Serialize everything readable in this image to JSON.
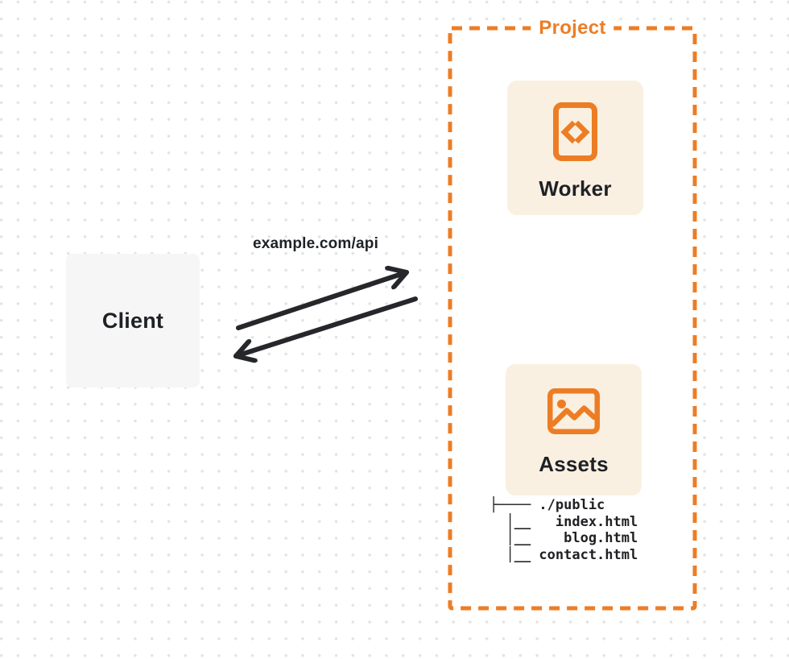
{
  "client": {
    "label": "Client"
  },
  "connection": {
    "url_label": "example.com/api"
  },
  "project": {
    "label": "Project",
    "nodes": [
      {
        "label": "Worker",
        "icon": "code-file-icon"
      },
      {
        "label": "Assets",
        "icon": "image-icon"
      }
    ],
    "file_tree": {
      "root": "./public",
      "files": [
        "index.html",
        "blog.html",
        "contact.html"
      ],
      "lines": [
        "├──── ./public",
        "  │__   index.html",
        "  │__    blog.html",
        "  │__ contact.html"
      ]
    }
  },
  "colors": {
    "accent": "#ED7D25",
    "ink": "#1E2126",
    "arrow": "#26272B",
    "card_cream": "#FAF0E1",
    "client_gray": "#F6F6F7",
    "tree_ink": "#202124",
    "dot_grid": "#E3E3E6",
    "canvas_bg": "#FFFFFF"
  }
}
